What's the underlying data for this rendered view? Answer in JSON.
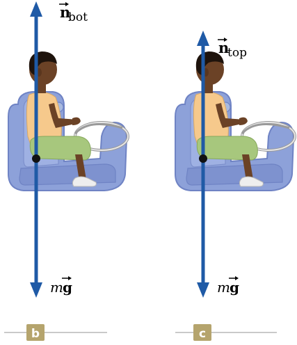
{
  "panels": [
    {
      "tag": "b",
      "normal_force": {
        "symbol": "n",
        "subscript": "bot"
      },
      "weight": {
        "symbol": "g",
        "coefficient": "m"
      }
    },
    {
      "tag": "c",
      "normal_force": {
        "symbol": "n",
        "subscript": "top"
      },
      "weight": {
        "symbol": "g",
        "coefficient": "m"
      }
    }
  ],
  "colors": {
    "arrow": "#1f5aa6",
    "seat": "#8da1d9",
    "seat_dark": "#6f83c4",
    "shirt": "#f6c98c",
    "shorts": "#a7c77d",
    "skin": "#6b4226",
    "hair": "#1e130c",
    "tag_bg": "#b5a46d",
    "tag_line": "#c9c9c9"
  }
}
